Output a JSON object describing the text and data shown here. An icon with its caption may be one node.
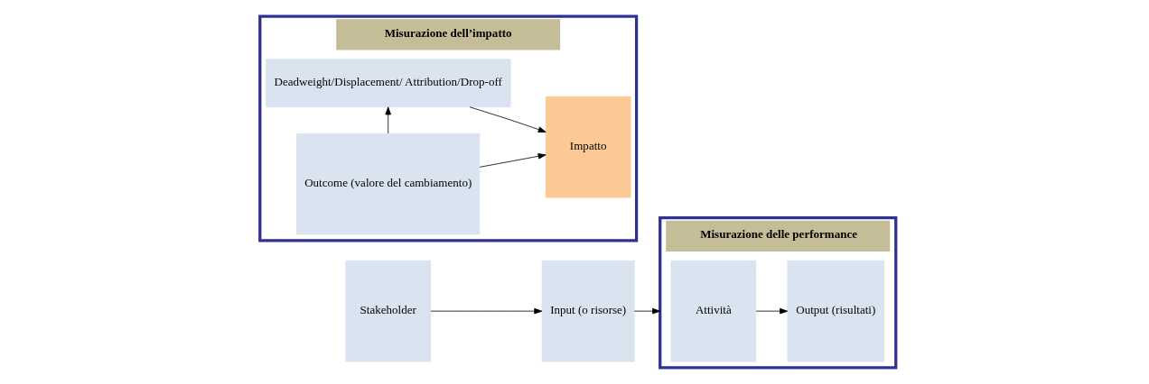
{
  "diagram": {
    "nodes": [
      {
        "text": [
          "Stakeholder"
        ]
      },
      {
        "text": [
          "Input (o risorse)"
        ]
      },
      {
        "text": [
          "Misurazione delle performance"
        ]
      },
      {
        "text": [
          "Attività"
        ],
        "in": 2
      },
      {
        "text": [
          "Output (risultati)"
        ],
        "in": 2
      },
      {
        "text": [
          "Misurazione dell’impatto"
        ]
      },
      {
        "text": [
          "Outcome (valore del cambiamento)"
        ],
        "in": 5
      },
      {
        "text": [
          "Impatto"
        ],
        "in": 5
      },
      {
        "text": [
          "Deadweight/Displacement/ Attribution/Drop-off"
        ],
        "in": 5
      }
    ],
    "edges": [
      {
        "from": 0,
        "to": 1,
        "arrow": "to"
      },
      {
        "from": 1,
        "to": 2,
        "arrow": "to"
      },
      {
        "from": 3,
        "to": 4,
        "arrow": "to"
      },
      {
        "from": 6,
        "to": 7,
        "arrow": "to"
      },
      {
        "from": 6,
        "to": 8,
        "arrow": "to"
      },
      {
        "from": 8,
        "to": 7,
        "arrow": "to"
      }
    ]
  }
}
